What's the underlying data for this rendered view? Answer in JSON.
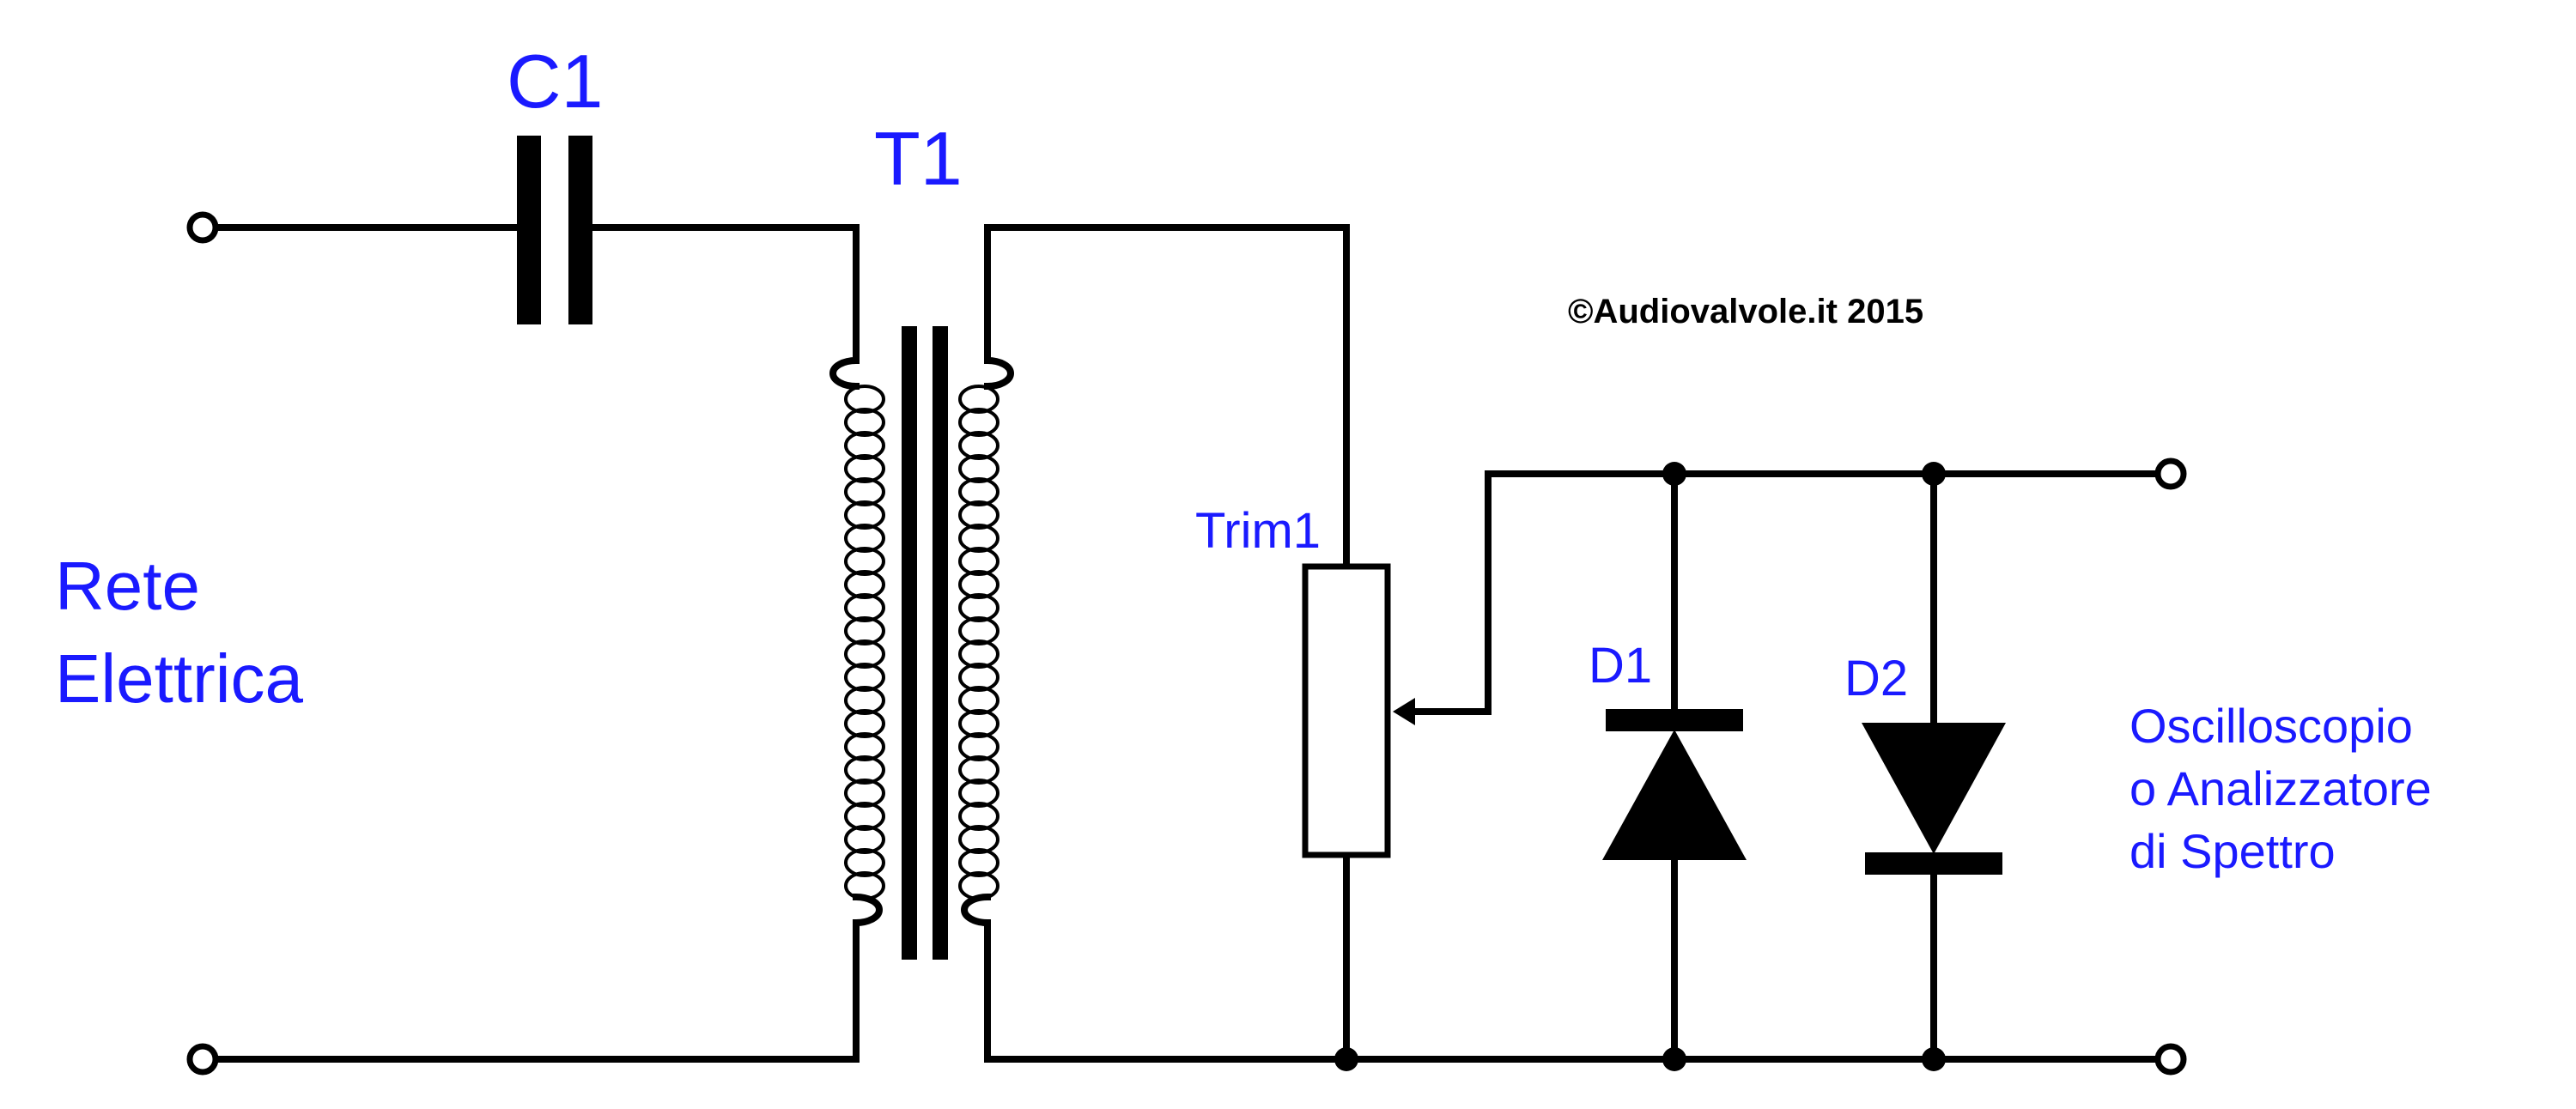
{
  "labels": {
    "capacitor": "C1",
    "transformer": "T1",
    "source_line1": "Rete",
    "source_line2": "Elettrica",
    "trimmer": "Trim1",
    "diode1": "D1",
    "diode2": "D2",
    "output_line1": "Oscilloscopio",
    "output_line2": "o Analizzatore",
    "output_line3": "di Spettro",
    "copyright": "©Audiovalvole.it 2015"
  },
  "colors": {
    "label_blue": "#1a1aff",
    "wire": "#000000",
    "background": "#ffffff"
  }
}
